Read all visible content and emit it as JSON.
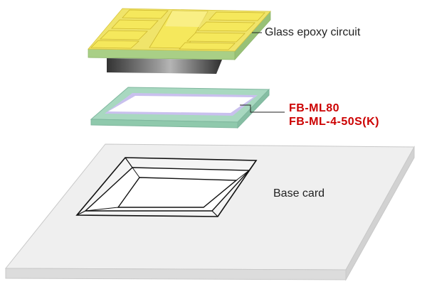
{
  "labels": {
    "glass_epoxy": "Glass epoxy circuit",
    "frame_line1": "FB-ML80",
    "frame_line2": "FB-ML-4-50S(K)",
    "base_card": "Base card"
  },
  "colors": {
    "pad_yellow": "#f2e35a",
    "pad_edge": "#d8c43a",
    "board_top": "#f0e46a",
    "board_green": "#a9cf86",
    "chip_dark": "#555555",
    "frame_green": "#a8d8c0",
    "frame_inner": "#c9c0ee",
    "base_top": "#efefef",
    "base_side": "#d9d9d9",
    "accent_red": "#cc0000"
  }
}
